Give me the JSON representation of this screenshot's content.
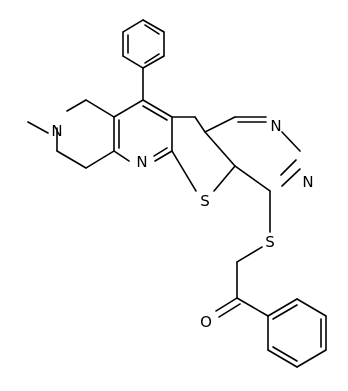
{
  "atoms": {
    "n_piperidine": "N",
    "n_pyridine": "N",
    "s_thiophene": "S",
    "n_pyrimidine_top": "N",
    "n_pyrimidine_bottom": "N",
    "s_thioether": "S",
    "o_carbonyl": "O"
  }
}
